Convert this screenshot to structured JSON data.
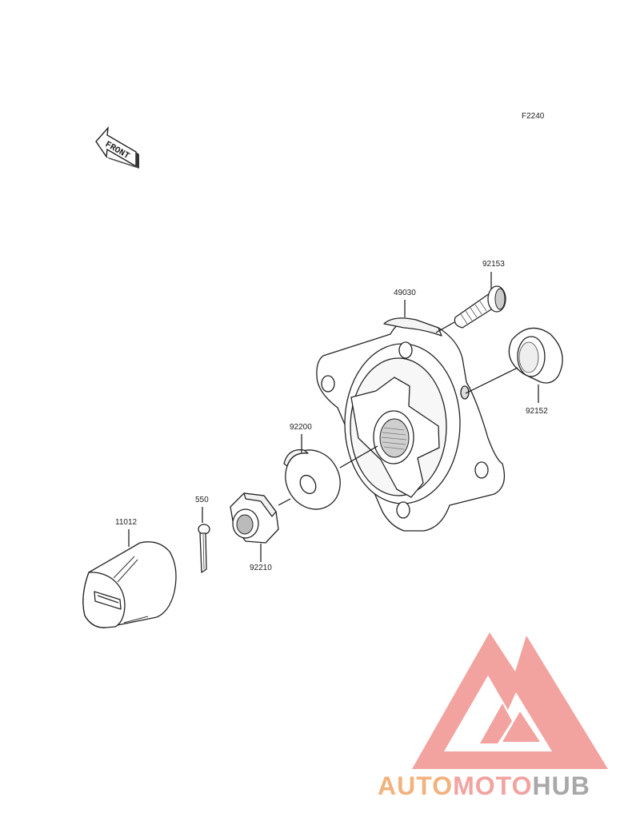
{
  "figure_code": "F2240",
  "front_indicator_text": "FRONT",
  "parts": [
    {
      "number": "92153"
    },
    {
      "number": "49030"
    },
    {
      "number": "92152"
    },
    {
      "number": "92200"
    },
    {
      "number": "550"
    },
    {
      "number": "92210"
    },
    {
      "number": "11012"
    }
  ],
  "watermark": {
    "word_auto": "AUTO",
    "word_moto": "MOTO",
    "word_hub": "HUB",
    "colors": {
      "auto": "#f2b27d",
      "moto": "#f2a3a0",
      "hub": "#a8a8a8",
      "logo": "#f2a3a0"
    }
  }
}
